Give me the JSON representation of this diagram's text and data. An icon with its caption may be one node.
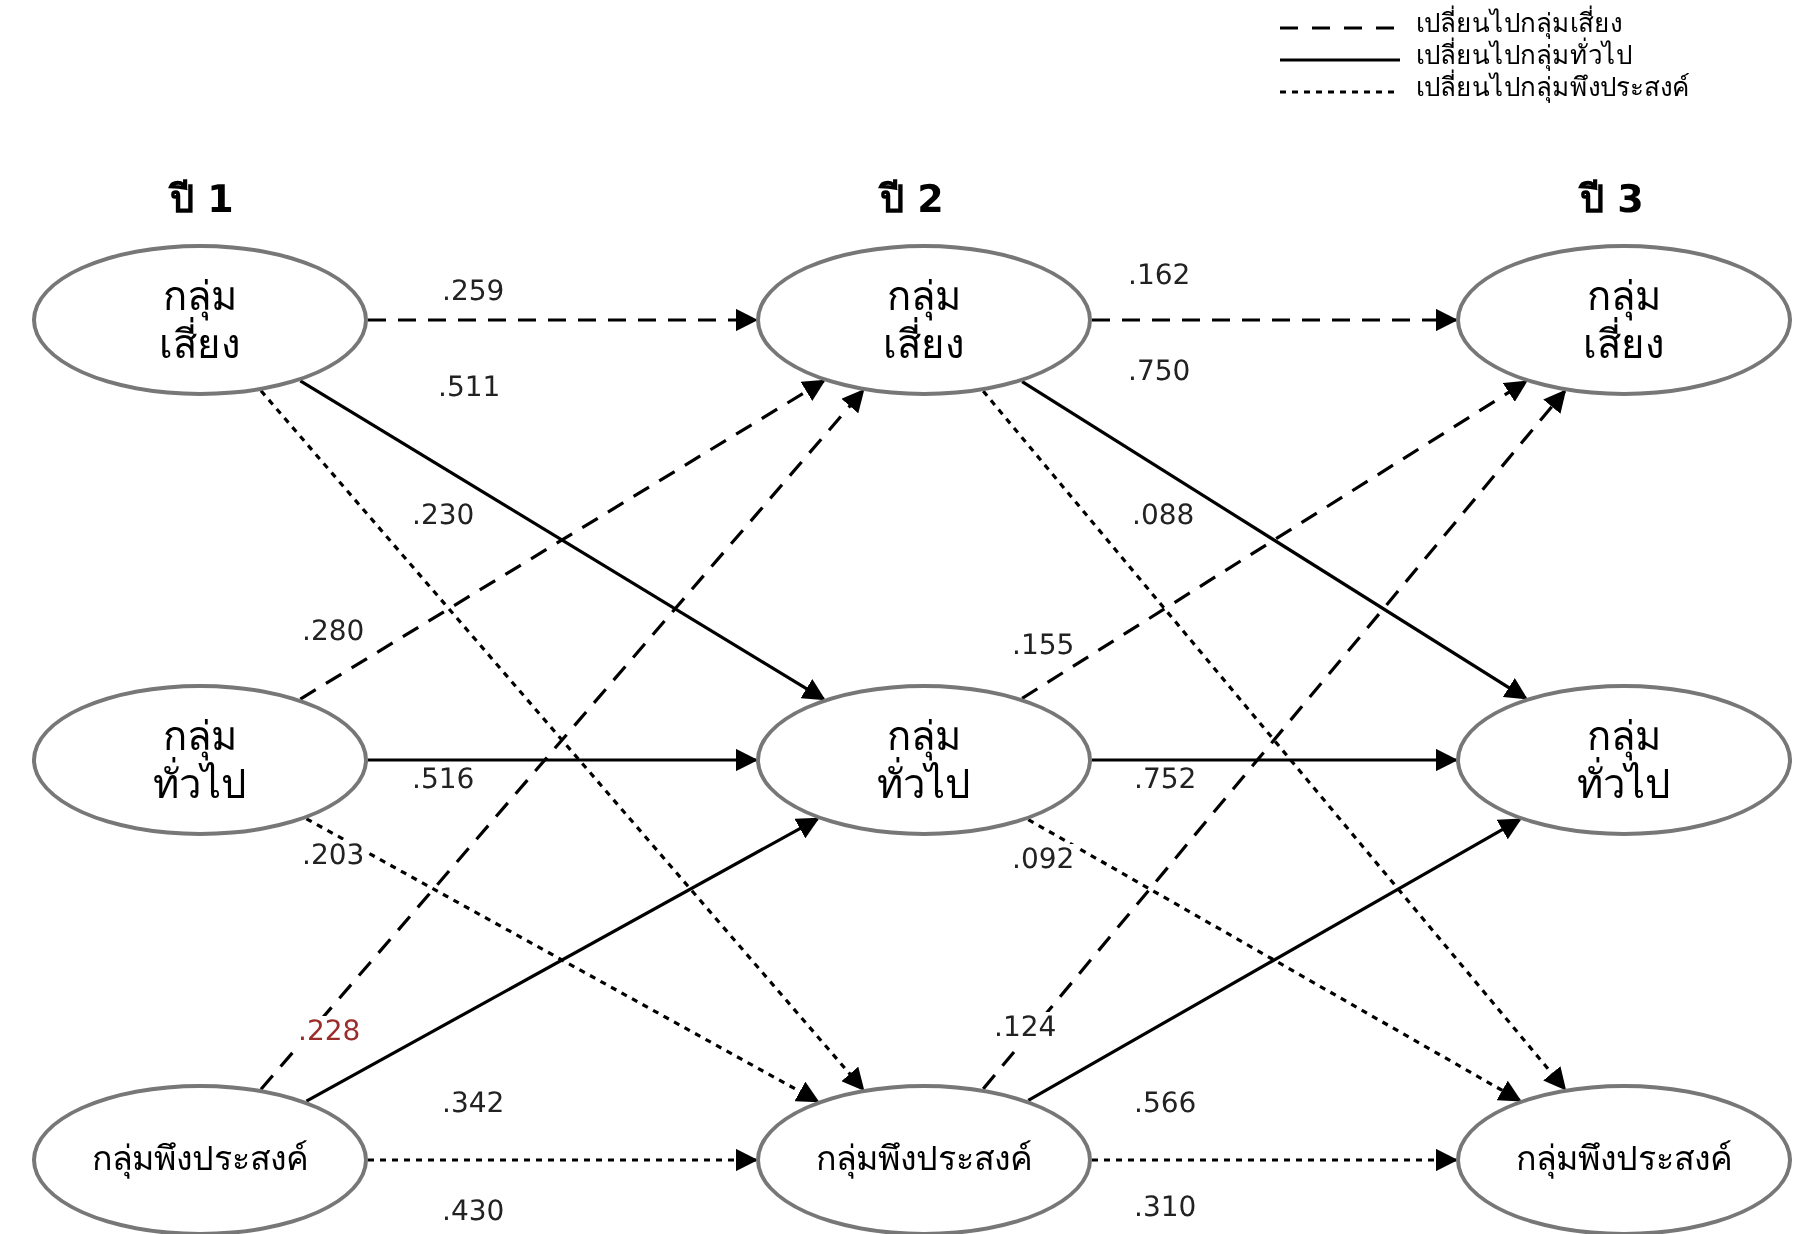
{
  "diagram": {
    "nodes": [
      {
        "text": [
          "กลุ่มเสี่ยง"
        ]
      },
      {
        "text": [
          "กลุ่มทั่วไป"
        ]
      },
      {
        "text": [
          "กลุ่มพึงประสงค์"
        ]
      },
      {
        "text": [
          "กลุ่มเสี่ยง"
        ]
      },
      {
        "text": [
          "กลุ่มทั่วไป"
        ]
      },
      {
        "text": [
          "กลุ่มพึงประสงค์"
        ]
      },
      {
        "text": [
          "กลุ่มเสี่ยง"
        ]
      },
      {
        "text": [
          "กลุ่มทั่วไป"
        ]
      },
      {
        "text": [
          "กลุ่มพึงประสงค์"
        ]
      }
    ],
    "edges": [
      {
        "from": 0,
        "to": 3,
        "arrow": "to",
        "style": "dashed",
        "label": ".259"
      },
      {
        "from": 0,
        "to": 4,
        "arrow": "to",
        "label": ".511"
      },
      {
        "from": 0,
        "to": 5,
        "arrow": "to",
        "style": "dashed",
        "label": ".230"
      },
      {
        "from": 1,
        "to": 3,
        "arrow": "to",
        "style": "dashed",
        "label": ".280"
      },
      {
        "from": 1,
        "to": 4,
        "arrow": "to",
        "label": ".516"
      },
      {
        "from": 1,
        "to": 5,
        "arrow": "to",
        "style": "dashed",
        "label": ".203"
      },
      {
        "from": 2,
        "to": 3,
        "arrow": "to",
        "style": "dashed",
        "label": ".228"
      },
      {
        "from": 2,
        "to": 4,
        "arrow": "to",
        "label": ".342"
      },
      {
        "from": 2,
        "to": 5,
        "arrow": "to",
        "style": "dashed",
        "label": ".430"
      },
      {
        "from": 3,
        "to": 6,
        "arrow": "to",
        "style": "dashed",
        "label": ".162"
      },
      {
        "from": 3,
        "to": 7,
        "arrow": "to",
        "label": ".750"
      },
      {
        "from": 3,
        "to": 8,
        "arrow": "to",
        "style": "dashed",
        "label": ".088"
      },
      {
        "from": 4,
        "to": 6,
        "arrow": "to",
        "style": "dashed",
        "label": ".155"
      },
      {
        "from": 4,
        "to": 7,
        "arrow": "to",
        "label": ".752"
      },
      {
        "from": 4,
        "to": 8,
        "arrow": "to",
        "style": "dashed",
        "label": ".092"
      },
      {
        "from": 5,
        "to": 6,
        "arrow": "to",
        "style": "dashed",
        "label": ".124"
      },
      {
        "from": 5,
        "to": 7,
        "arrow": "to",
        "label": ".566"
      },
      {
        "from": 5,
        "to": 8,
        "arrow": "to",
        "style": "dashed",
        "label": ".310"
      }
    ],
    "labels": [
      "ปี 1",
      "ปี 2",
      "ปี 3"
    ],
    "legend": [
      {
        "text": "เปลี่ยนไปกลุ่มเสี่ยง"
      },
      {
        "text": "เปลี่ยนไปกลุ่มทั่วไป"
      },
      {
        "text": "เปลี่ยนไปกลุ่มพึงประสงค์"
      }
    ]
  }
}
